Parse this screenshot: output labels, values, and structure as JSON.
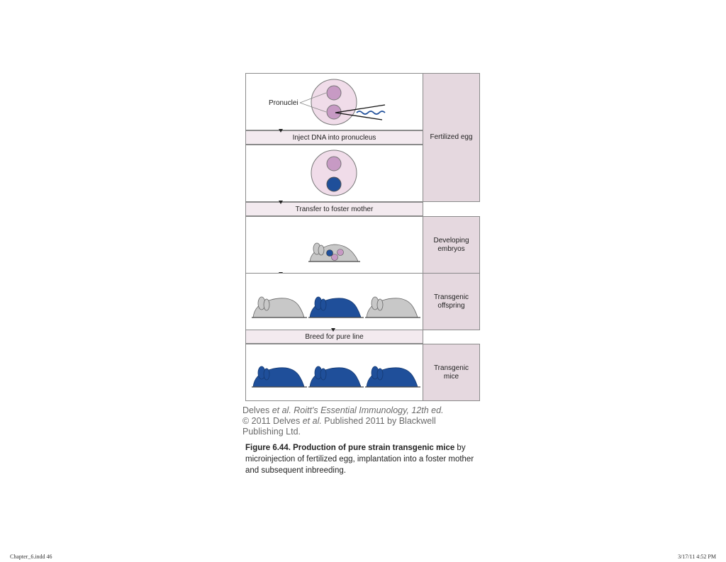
{
  "diagram": {
    "pronuclei_label": "Pronuclei",
    "steps": [
      "Inject DNA into pronucleus",
      "Transfer to foster mother",
      "Breed for pure line"
    ],
    "stages": [
      "Fertilized egg",
      "Developing\nembryos",
      "Transgenic\noffspring",
      "Transgenic\nmice"
    ],
    "colors": {
      "pronucleus": "#c79ac4",
      "transgenic_blue": "#1f4f9a",
      "egg_fill": "#f0dce9",
      "mouse_gray": "#c8c8c8",
      "label_bg": "#e5d8df"
    }
  },
  "credit": {
    "line1_a": "Delves ",
    "line1_et": "et al.",
    "line1_b": " Roitt's Essential Immunology, 12th ed.",
    "line2_a": "© 2011 Delves ",
    "line2_et": "et al.",
    "line2_b": " Published 2011 by Blackwell",
    "line3": "Publishing Ltd."
  },
  "caption": {
    "bold": "Figure 6.44.  Production of pure strain transgenic mice",
    "rest": " by microinjection of fertilized egg, implantation into a foster mother and subsequent inbreeding."
  },
  "footer": {
    "left": "Chapter_6.indd   46",
    "right": "3/17/11   4:52 PM"
  }
}
